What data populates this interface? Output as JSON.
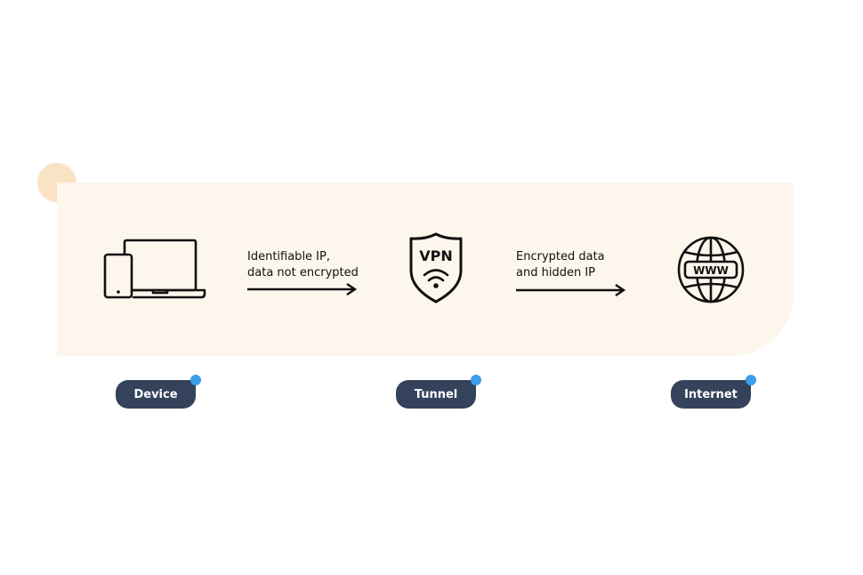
{
  "diagram": {
    "steps": [
      {
        "icon": "devices-icon",
        "label": "Device"
      },
      {
        "icon": "vpn-shield-icon",
        "label": "Tunnel",
        "badge_text": "VPN"
      },
      {
        "icon": "globe-www-icon",
        "label": "Internet",
        "badge_text": "WWW"
      }
    ],
    "links": [
      {
        "line1": "Identifiable IP,",
        "line2": "data not encrypted"
      },
      {
        "line1": "Encrypted data",
        "line2": "and hidden IP"
      }
    ]
  },
  "colors": {
    "panel": "#fdf6ec",
    "accent_dot": "#fae2c4",
    "pill": "#34425c",
    "pill_dot": "#3b9ee8",
    "ink": "#111111"
  }
}
